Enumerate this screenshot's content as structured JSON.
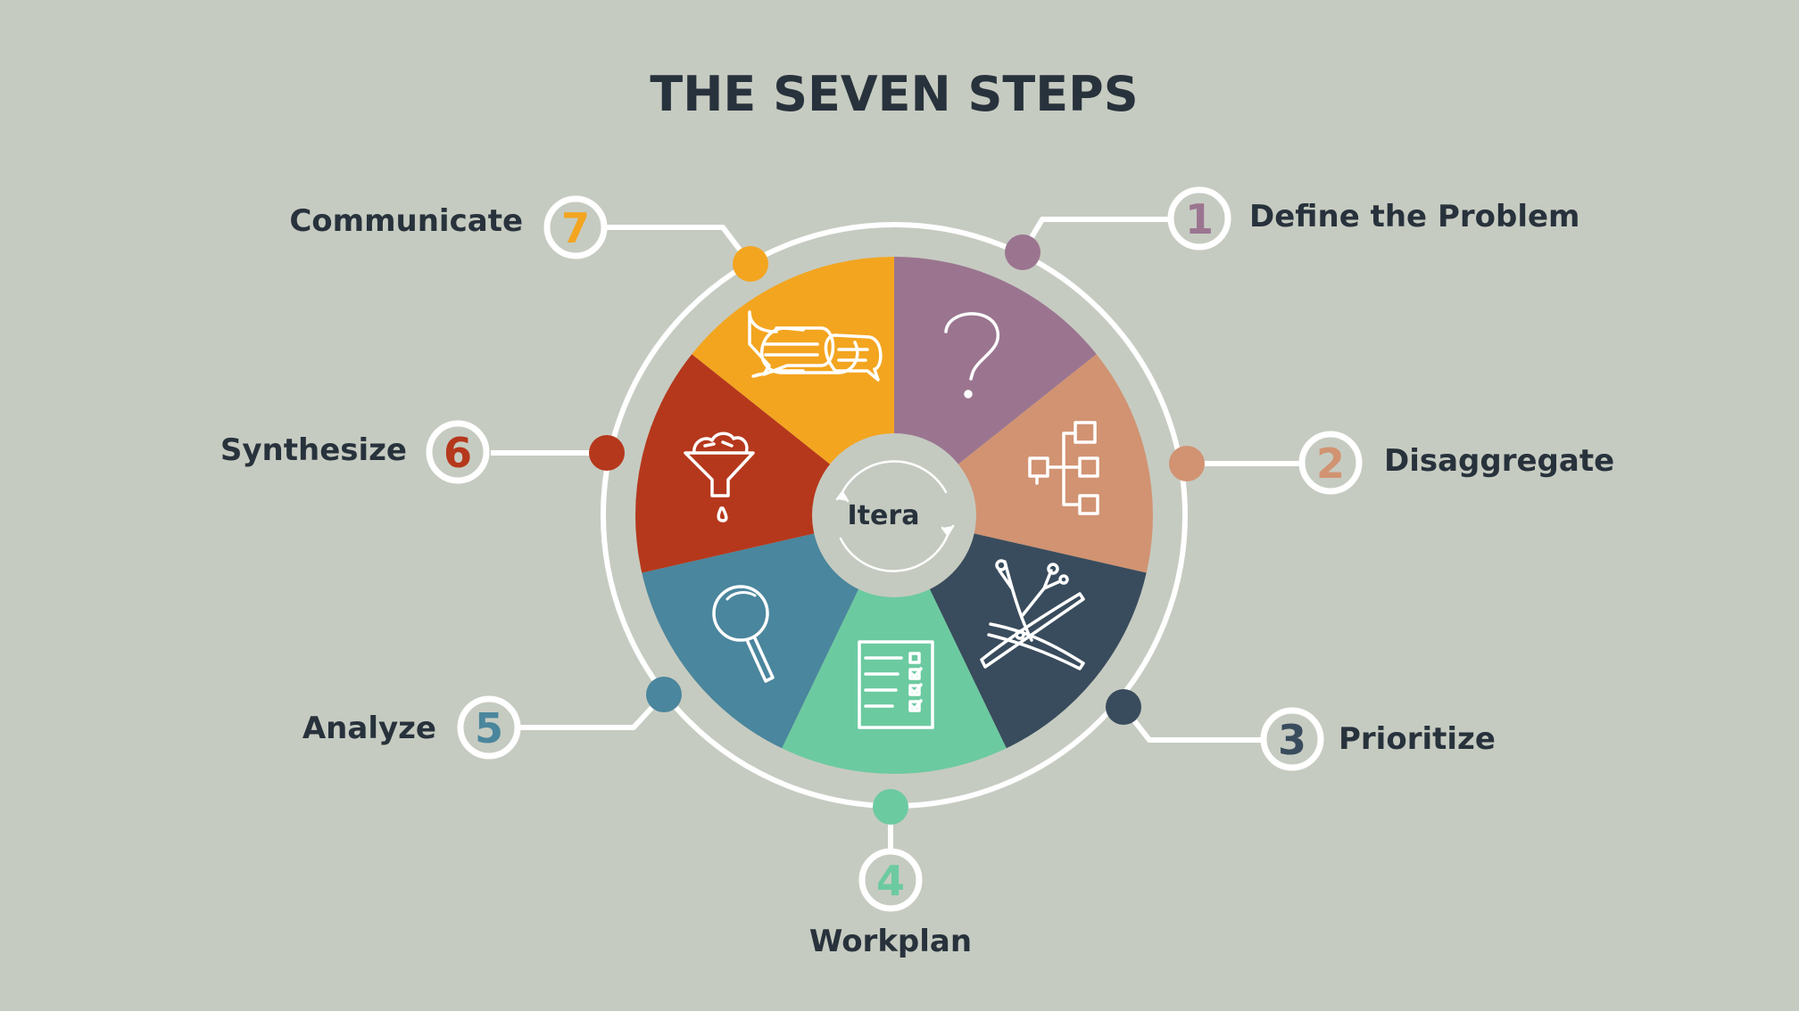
{
  "title": "THE SEVEN STEPS",
  "center": {
    "label": "Itera"
  },
  "colors": {
    "background": "#c6cbc1",
    "text": "#28323c",
    "ring": "#ffffff",
    "center_disc": "#c5cac0"
  },
  "steps": [
    {
      "number": "1",
      "label": "Define the Problem",
      "color": "#9b7590",
      "icon": "question-mark-icon"
    },
    {
      "number": "2",
      "label": "Disaggregate",
      "color": "#d19372",
      "icon": "issue-tree-icon"
    },
    {
      "number": "3",
      "label": "Prioritize",
      "color": "#394c5d",
      "icon": "pruning-shears-icon"
    },
    {
      "number": "4",
      "label": "Workplan",
      "color": "#6ccaa0",
      "icon": "checklist-icon"
    },
    {
      "number": "5",
      "label": "Analyze",
      "color": "#4a869d",
      "icon": "magnifying-glass-icon"
    },
    {
      "number": "6",
      "label": "Synthesize",
      "color": "#b5381c",
      "icon": "funnel-icon"
    },
    {
      "number": "7",
      "label": "Communicate",
      "color": "#f3a520",
      "icon": "speech-bubbles-icon"
    }
  ]
}
